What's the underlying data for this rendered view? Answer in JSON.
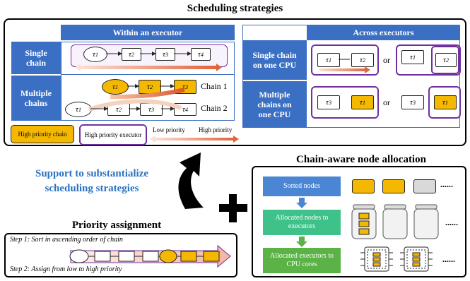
{
  "scheduling": {
    "title": "Scheduling strategies",
    "within": {
      "header": "Within an executor",
      "single_label": "Single chain",
      "multiple_label": "Multiple chains",
      "chain1_label": "Chain 1",
      "chain2_label": "Chain 2",
      "single_nodes": [
        "τ1",
        "τ2",
        "τ3",
        "τ4"
      ],
      "chain1_nodes": [
        "τ1",
        "τ2",
        "τ3"
      ],
      "chain2_nodes": [
        "τ1",
        "τ2",
        "τ3",
        "τ4"
      ]
    },
    "across": {
      "header": "Across executors",
      "single_label": "Single chain on one CPU",
      "multiple_label": "Multiple chains on one CPU",
      "or_text": "or",
      "row1_nodes": [
        "τ1",
        "τ2",
        "τ1",
        "τ2"
      ],
      "row2_nodes": [
        "τ3",
        "τ1",
        "τ3",
        "τ1"
      ]
    },
    "legend": {
      "high_chain": "High priority chain",
      "high_executor": "High priority executor",
      "low": "Low priority",
      "high": "High priority"
    }
  },
  "support_text": "Support to substantialize scheduling strategies",
  "priority": {
    "title": "Priority assignment",
    "step1": "Step 1: Sort in ascending order of chain",
    "step2": "Step 2: Assign from low to high priority"
  },
  "allocation": {
    "title": "Chain-aware node allocation",
    "sorted": "Sorted nodes",
    "allocated_nodes": "Allocated nodes to executors",
    "allocated_executors": "Allocated executors to CPU cores",
    "ellipsis": "......"
  },
  "colors": {
    "blue": "#3b6fc4",
    "yellow": "#f5b800",
    "purple": "#7030a0",
    "green": "#3fc28a",
    "dark_green": "#5bb246",
    "light_blue": "#4a86d4"
  }
}
